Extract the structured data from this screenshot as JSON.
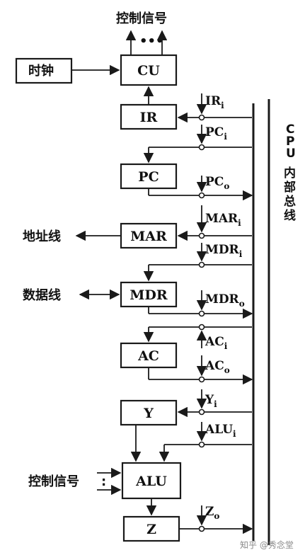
{
  "top_label": "控制信号",
  "top_dots": "•••",
  "clock": "时钟",
  "registers": {
    "cu": "CU",
    "ir": "IR",
    "pc": "PC",
    "mar": "MAR",
    "mdr": "MDR",
    "ac": "AC",
    "y": "Y",
    "alu": "ALU",
    "z": "Z"
  },
  "signals": {
    "ir_i": {
      "base": "IR",
      "sub": "i"
    },
    "pc_i": {
      "base": "PC",
      "sub": "i"
    },
    "pc_o": {
      "base": "PC",
      "sub": "o"
    },
    "mar_i": {
      "base": "MAR",
      "sub": "i"
    },
    "mdr_i": {
      "base": "MDR",
      "sub": "i"
    },
    "mdr_o": {
      "base": "MDR",
      "sub": "o"
    },
    "ac_i": {
      "base": "AC",
      "sub": "i"
    },
    "ac_o": {
      "base": "AC",
      "sub": "o"
    },
    "y_i": {
      "base": "Y",
      "sub": "i"
    },
    "alu_i": {
      "base": "ALU",
      "sub": "i"
    },
    "z_o": {
      "base": "Z",
      "sub": "o"
    }
  },
  "address_bus": "地址线",
  "data_bus": "数据线",
  "alu_control": "控制信号",
  "alu_control_dots": ":",
  "bus_label": [
    "C",
    "P",
    "U",
    "内",
    "部",
    "总",
    "线"
  ],
  "watermark": "知乎 @秀念堂"
}
